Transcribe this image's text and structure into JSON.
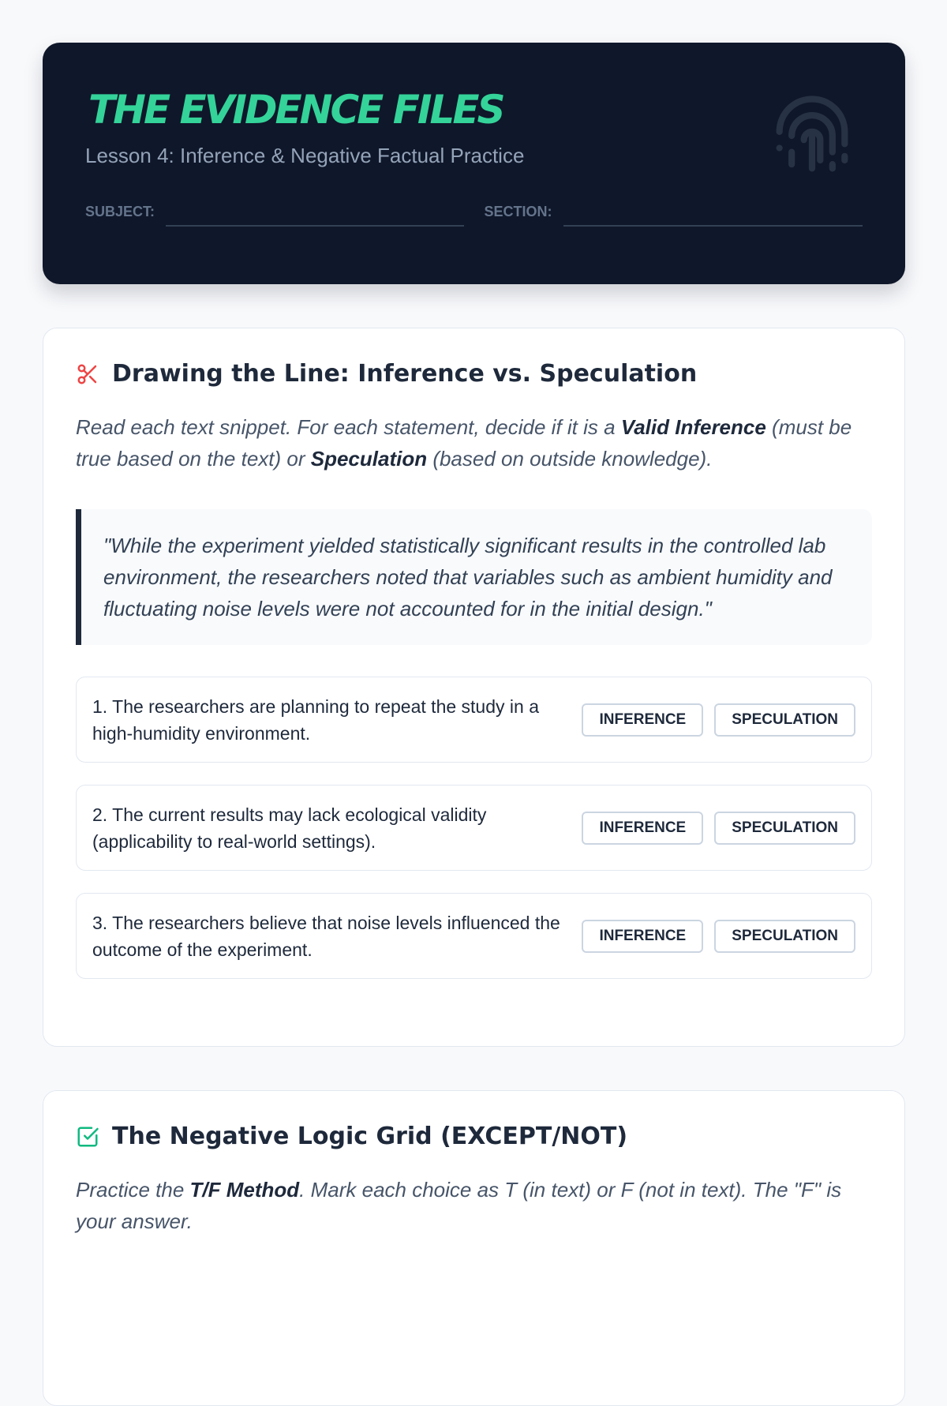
{
  "header": {
    "title": "THE EVIDENCE FILES",
    "subtitle": "Lesson 4: Inference & Negative Factual Practice",
    "subject_label": "SUBJECT:",
    "section_label": "SECTION:"
  },
  "section1": {
    "title": "Drawing the Line: Inference vs. Speculation",
    "instr_pre": "Read each text snippet. For each statement, decide if it is a ",
    "instr_b1": "Valid Inference",
    "instr_mid": " (must be true based on the text) or ",
    "instr_b2": "Speculation",
    "instr_post": " (based on outside knowledge).",
    "quote": "\"While the experiment yielded statistically significant results in the controlled lab environment, the researchers noted that variables such as ambient humidity and fluctuating noise levels were not accounted for in the initial design.\"",
    "items": [
      {
        "text": "1. The researchers are planning to repeat the study in a high-humidity environment.",
        "btn1": "INFERENCE",
        "btn2": "SPECULATION"
      },
      {
        "text": "2. The current results may lack ecological validity (applicability to real-world settings).",
        "btn1": "INFERENCE",
        "btn2": "SPECULATION"
      },
      {
        "text": "3. The researchers believe that noise levels influenced the outcome of the experiment.",
        "btn1": "INFERENCE",
        "btn2": "SPECULATION"
      }
    ]
  },
  "section2": {
    "title": "The Negative Logic Grid (EXCEPT/NOT)",
    "instr_pre": "Practice the ",
    "instr_b": "T/F Method",
    "instr_post": ". Mark each choice as T (in text) or F (not in text). The \"F\" is your answer."
  },
  "colors": {
    "accent": "#34d399",
    "dark": "#0f172a",
    "red": "#ef4444"
  }
}
